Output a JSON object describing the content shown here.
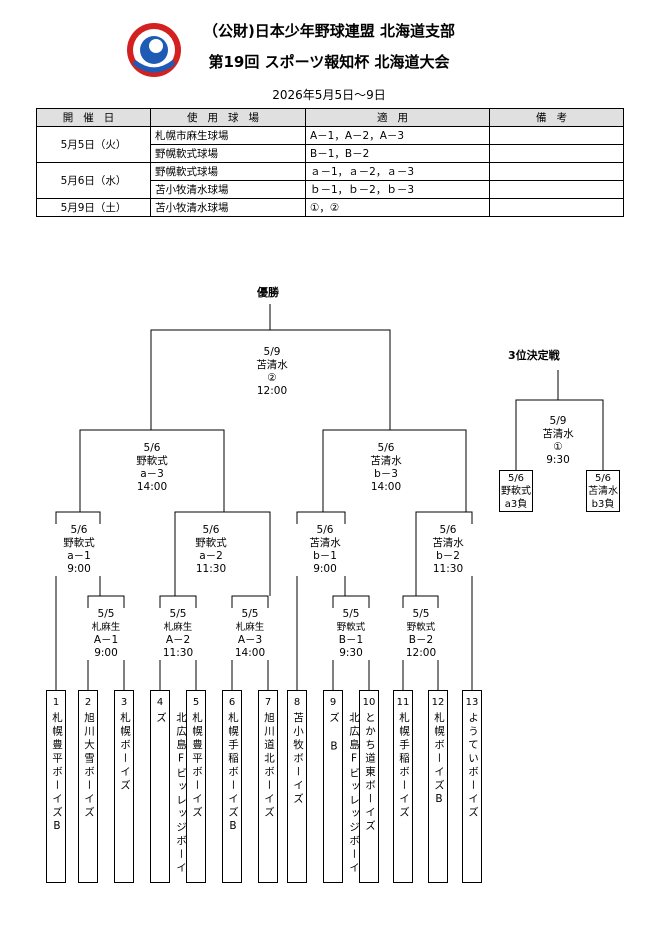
{
  "header": {
    "org": "（公財)日本少年野球連盟 北海道支部",
    "tournament": "第19回 スポーツ報知杯 北海道大会",
    "dates": "2026年5月5日～9日"
  },
  "schedule": {
    "headers": [
      "開催日",
      "使用球場",
      "適用",
      "備考"
    ],
    "rows": [
      {
        "date": "5月5日（火）",
        "fields": [
          {
            "field": "札幌市麻生球場",
            "apply": "A－1，A－2，A－3"
          },
          {
            "field": "野幌軟式球場",
            "apply": "B－1，B－2"
          }
        ]
      },
      {
        "date": "5月6日（水）",
        "fields": [
          {
            "field": "野幌軟式球場",
            "apply": "ａ－1，ａ－2，ａ－3"
          },
          {
            "field": "苫小牧清水球場",
            "apply": "ｂ－1，ｂ－2，ｂ－3"
          }
        ]
      },
      {
        "date": "5月9日（土）",
        "fields": [
          {
            "field": "苫小牧清水球場",
            "apply": "①，②"
          }
        ]
      }
    ]
  },
  "bracket": {
    "champion_label": "優勝",
    "third_label": "3位決定戦",
    "final": {
      "date": "5/9",
      "venue": "苫清水",
      "code": "②",
      "time": "12:00"
    },
    "semis": [
      {
        "date": "5/6",
        "venue": "野軟式",
        "code": "a－3",
        "time": "14:00"
      },
      {
        "date": "5/6",
        "venue": "苫清水",
        "code": "b－3",
        "time": "14:00"
      }
    ],
    "quarters": [
      {
        "date": "5/6",
        "venue": "野軟式",
        "code": "a－1",
        "time": "9:00"
      },
      {
        "date": "5/6",
        "venue": "野軟式",
        "code": "a－2",
        "time": "11:30"
      },
      {
        "date": "5/6",
        "venue": "苫清水",
        "code": "b－1",
        "time": "9:00"
      },
      {
        "date": "5/6",
        "venue": "苫清水",
        "code": "b－2",
        "time": "11:30"
      }
    ],
    "round1": [
      {
        "date": "5/5",
        "venue": "札麻生",
        "code": "A－1",
        "time": "9:00"
      },
      {
        "date": "5/5",
        "venue": "札麻生",
        "code": "A－2",
        "time": "11:30"
      },
      {
        "date": "5/5",
        "venue": "札麻生",
        "code": "A－3",
        "time": "14:00"
      },
      {
        "date": "5/5",
        "venue": "野軟式",
        "code": "B－1",
        "time": "9:30"
      },
      {
        "date": "5/5",
        "venue": "野軟式",
        "code": "B－2",
        "time": "12:00"
      }
    ],
    "third": {
      "date": "5/9",
      "venue": "苫清水",
      "code": "①",
      "time": "9:30",
      "left": {
        "date": "5/6",
        "venue": "野軟式",
        "note": "a3負"
      },
      "right": {
        "date": "5/6",
        "venue": "苫清水",
        "note": "b3負"
      }
    }
  },
  "teams": [
    {
      "num": "1",
      "name": "札幌豊平ボーイズB"
    },
    {
      "num": "2",
      "name": "旭川大雪ボーイズ"
    },
    {
      "num": "3",
      "name": "札幌ボーイズ"
    },
    {
      "num": "4",
      "name": "北広島Fビッレッジボーイズ"
    },
    {
      "num": "5",
      "name": "札幌豊平ボーイズ"
    },
    {
      "num": "6",
      "name": "札幌手稲ボーイズB"
    },
    {
      "num": "7",
      "name": "旭川道北ボーイズ"
    },
    {
      "num": "8",
      "name": "苫小牧ボーイズ"
    },
    {
      "num": "9",
      "name": "北広島Fビッレッジボーイズ B"
    },
    {
      "num": "10",
      "name": "とかち道東ボーイズ"
    },
    {
      "num": "11",
      "name": "札幌手稲ボーイズ"
    },
    {
      "num": "12",
      "name": "札幌ボーイズB"
    },
    {
      "num": "13",
      "name": "ようていボーイズ"
    }
  ]
}
